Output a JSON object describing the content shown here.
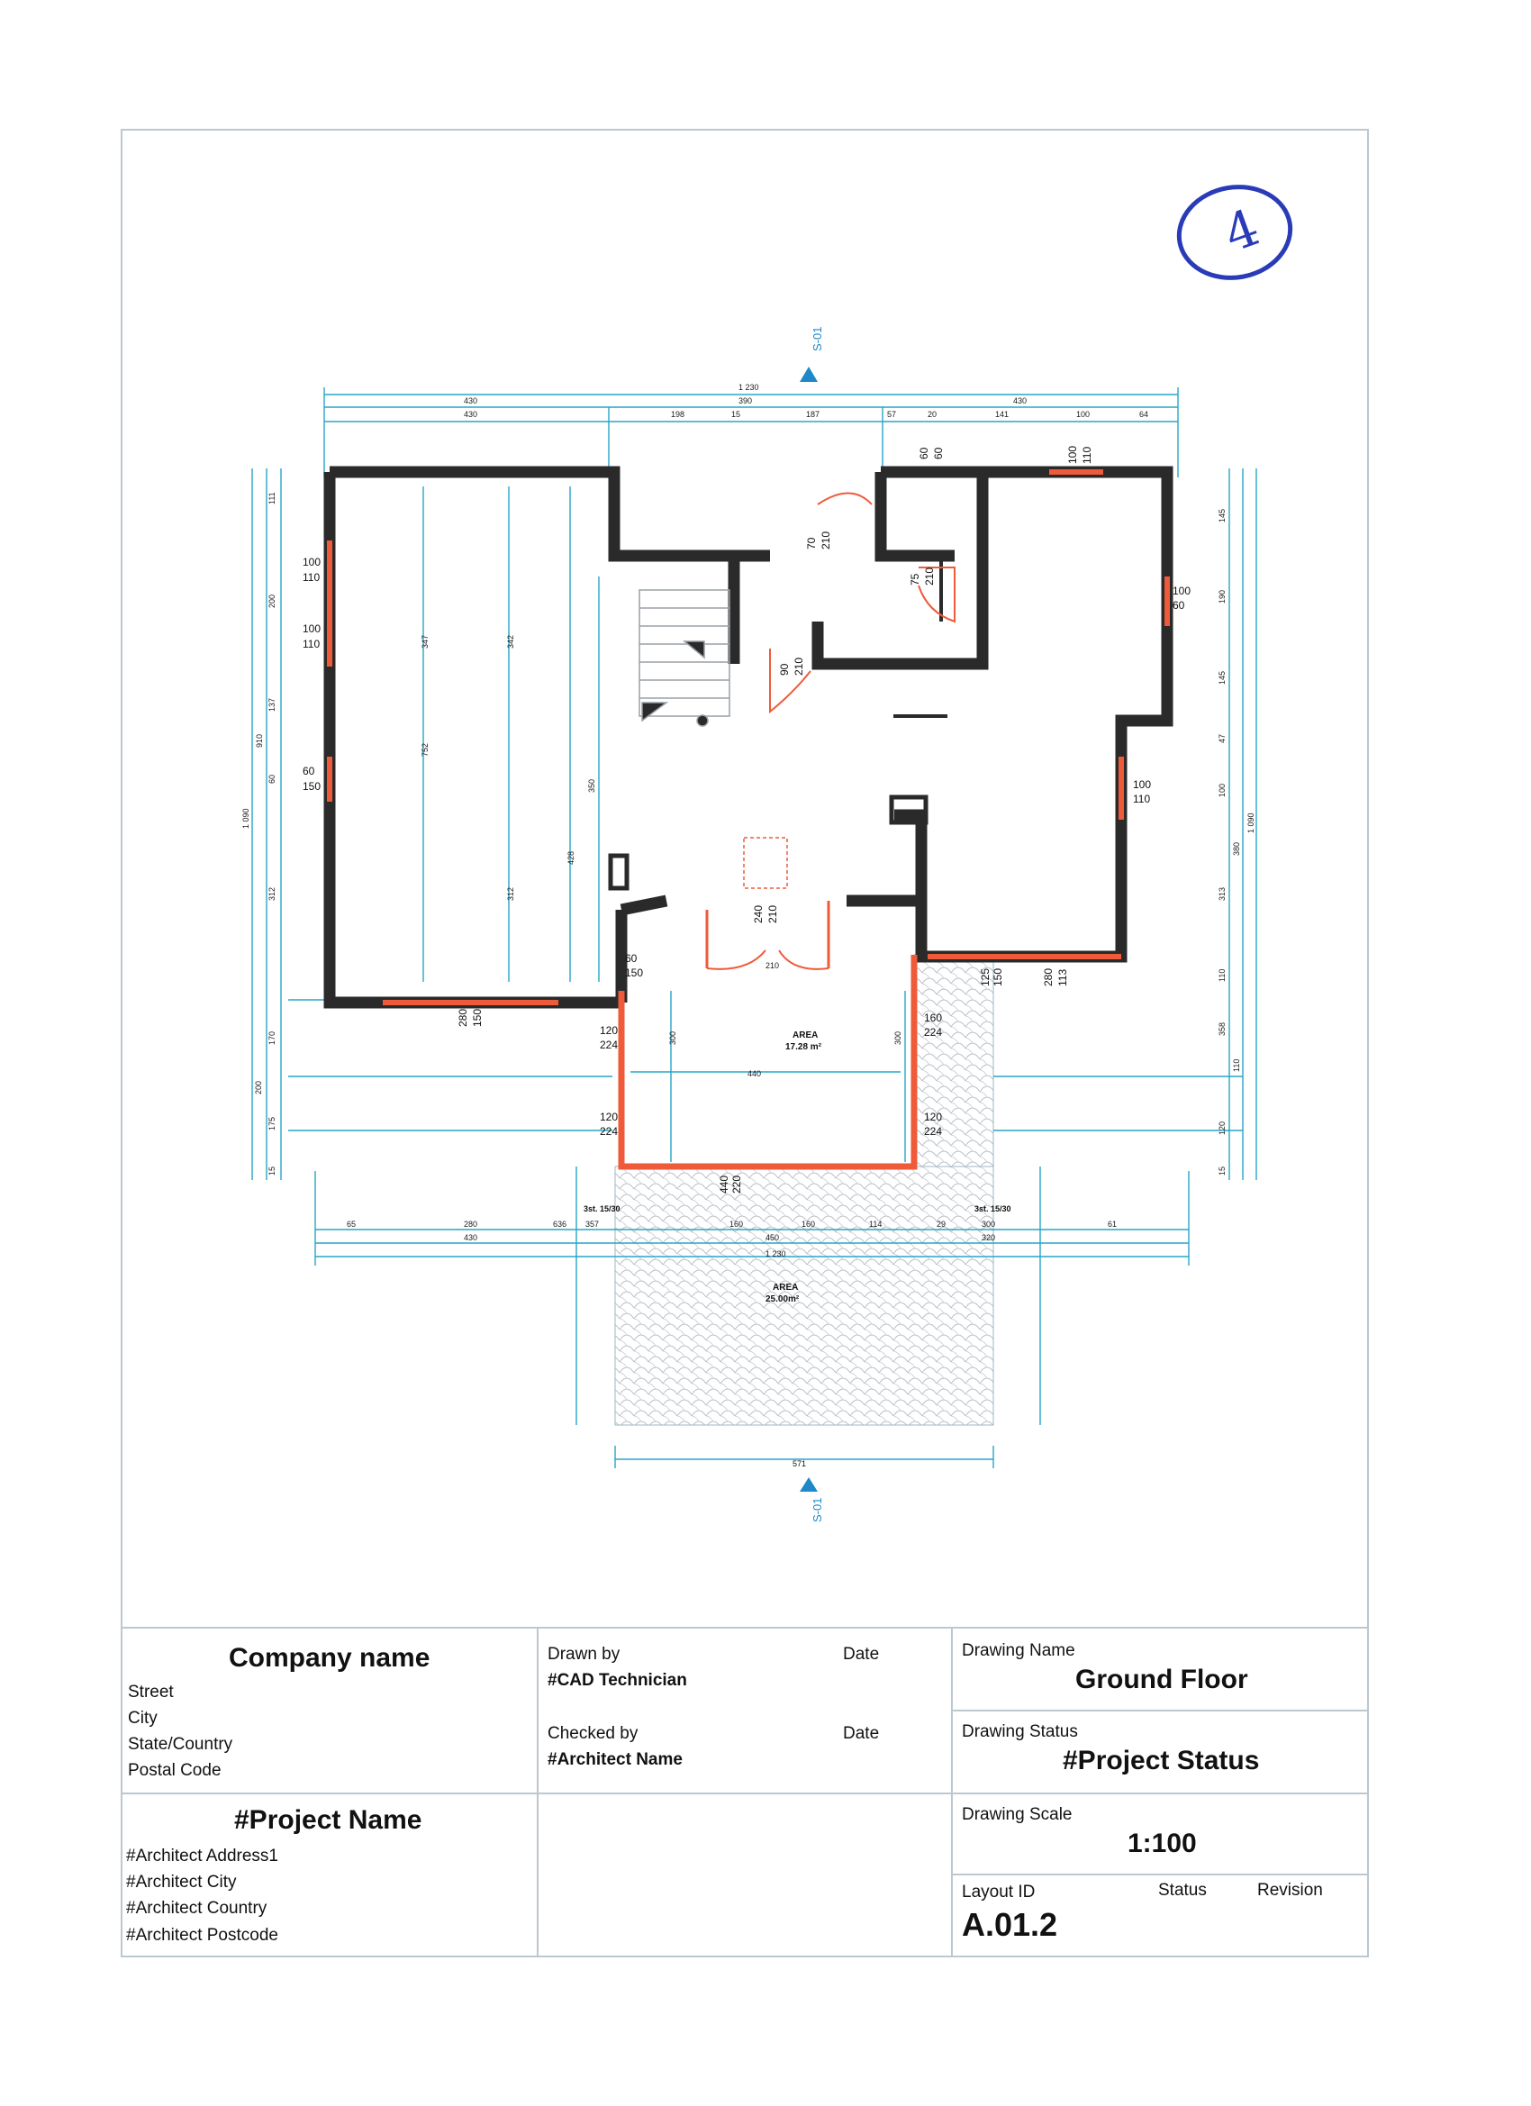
{
  "plan": {
    "section_marker": "S-01",
    "dims_top": [
      "1 230",
      "390",
      "430",
      "430",
      "430",
      "198",
      "15",
      "187",
      "57",
      "20",
      "141",
      "100",
      "64"
    ],
    "dims_left": [
      "111",
      "200",
      "137",
      "60",
      "312",
      "170",
      "200",
      "175",
      "15",
      "1 090",
      "910"
    ],
    "dims_right": [
      "145",
      "190",
      "145",
      "47",
      "100",
      "380",
      "313",
      "110",
      "358",
      "110",
      "120",
      "15",
      "1 090"
    ],
    "dims_bottom": [
      "65",
      "280",
      "430",
      "636",
      "357",
      "160",
      "160",
      "114",
      "29",
      "300",
      "320",
      "61",
      "1 230",
      "450"
    ],
    "dims_inner": [
      "347",
      "752",
      "342",
      "312",
      "428",
      "300",
      "300",
      "350",
      "210",
      "440"
    ],
    "openings": [
      {
        "w": "100",
        "h": "110"
      },
      {
        "w": "100",
        "h": "110"
      },
      {
        "w": "60",
        "h": "150"
      },
      {
        "w": "60",
        "h": "60"
      },
      {
        "w": "100",
        "h": "110"
      },
      {
        "w": "100",
        "h": "60"
      },
      {
        "w": "100",
        "h": "110"
      },
      {
        "w": "75",
        "h": "210"
      },
      {
        "w": "90",
        "h": "210"
      },
      {
        "w": "70",
        "h": "210"
      },
      {
        "w": "240",
        "h": "210"
      },
      {
        "w": "60",
        "h": "150"
      },
      {
        "w": "280",
        "h": "150"
      },
      {
        "w": "120",
        "h": "224"
      },
      {
        "w": "120",
        "h": "224"
      },
      {
        "w": "160",
        "h": "224"
      },
      {
        "w": "120",
        "h": "224"
      },
      {
        "w": "440",
        "h": "220"
      },
      {
        "w": "125",
        "h": "150"
      },
      {
        "w": "280",
        "h": "113"
      }
    ],
    "area_terrace": {
      "label": "AREA",
      "value": "17.28 m²"
    },
    "area_paving": {
      "label": "AREA",
      "value": "25.00m²"
    },
    "stair_notes": [
      "3st. 15/30",
      "3st. 15/30"
    ],
    "paving_width": "571",
    "handwritten_page_number": "4"
  },
  "title_block": {
    "company_name": "Company name",
    "address": [
      "Street",
      "City",
      "State/Country",
      "Postal Code"
    ],
    "drawn_by_label": "Drawn by",
    "drawn_by_value": "#CAD Technician",
    "date_label_1": "Date",
    "checked_by_label": "Checked by",
    "checked_by_value": "#Architect Name",
    "date_label_2": "Date",
    "drawing_name_label": "Drawing Name",
    "drawing_name_value": "Ground Floor",
    "drawing_status_label": "Drawing Status",
    "drawing_status_value": "#Project Status",
    "project_name": "#Project Name",
    "architect_lines": [
      "#Architect Address1",
      "#Architect City",
      "#Architect Country",
      "#Architect Postcode"
    ],
    "drawing_scale_label": "Drawing Scale",
    "drawing_scale_value": "1:100",
    "layout_id_label": "Layout ID",
    "status_label": "Status",
    "revision_label": "Revision",
    "layout_id_value": "A.01.2"
  },
  "colors": {
    "wall": "#2a2a2a",
    "dimension": "#27a6c8",
    "opening": "#ef5a3a",
    "handwriting": "#2a3bb8",
    "paving": "#c7ced4"
  }
}
